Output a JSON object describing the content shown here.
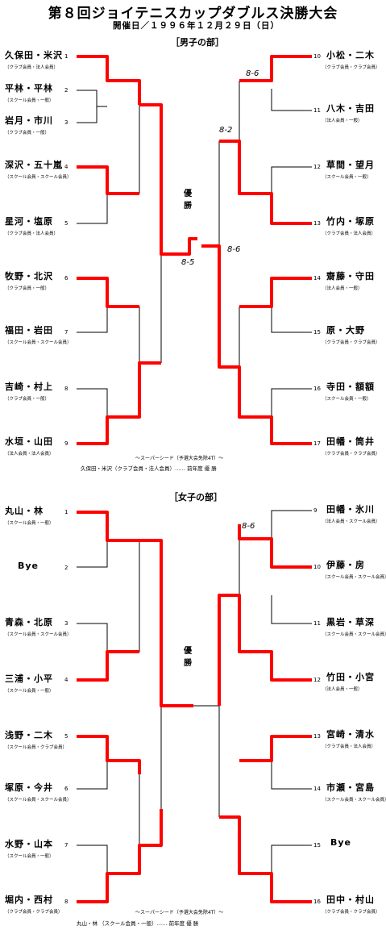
{
  "header": {
    "title": "第８回ジョイテニスカップダブルス決勝大会",
    "date": "開催日／１９９６年１２月２９日（日）"
  },
  "men": {
    "section": "［男子の部］",
    "final_label": "優勝",
    "left": [
      {
        "num": "1",
        "name": "久保田・米沢",
        "club": "（クラブ会員・法人会員）"
      },
      {
        "num": "2",
        "name": "平林・平林",
        "club": "（スクール会員・一般）"
      },
      {
        "num": "3",
        "name": "岩月・市川",
        "club": "（クラブ会員・一般）"
      },
      {
        "num": "4",
        "name": "深沢・五十嵐",
        "club": "（スクール会員・スクール会員）"
      },
      {
        "num": "5",
        "name": "星河・塩原",
        "club": "（クラブ会員・法人会員）"
      },
      {
        "num": "6",
        "name": "牧野・北沢",
        "club": "（クラブ会員・一般）"
      },
      {
        "num": "7",
        "name": "福田・岩田",
        "club": "（スクール会員・スクール会員）"
      },
      {
        "num": "8",
        "name": "吉崎・村上",
        "club": "（クラブ会員・一般）"
      },
      {
        "num": "9",
        "name": "水垣・山田",
        "club": "（法人会員・法人会員）"
      }
    ],
    "right": [
      {
        "num": "10",
        "name": "小松・二木",
        "club": "（クラブ会員・クラブ会員）"
      },
      {
        "num": "11",
        "name": "八木・吉田",
        "club": "（法人会員・一般）"
      },
      {
        "num": "12",
        "name": "草間・望月",
        "club": "（スクール会員・一般）"
      },
      {
        "num": "13",
        "name": "竹内・塚原",
        "club": "（クラブ会員・法人会員）"
      },
      {
        "num": "14",
        "name": "齋藤・守田",
        "club": "（法人会員・一般）"
      },
      {
        "num": "15",
        "name": "原・大野",
        "club": "（クラブ会員・クラブ会員）"
      },
      {
        "num": "16",
        "name": "寺田・額額",
        "club": "（スクール会員・一般）"
      },
      {
        "num": "17",
        "name": "田幡・筒井",
        "club": "（クラブ会員・クラブ会員）"
      }
    ],
    "scores": [
      "8-6",
      "8-2",
      "8-5",
      "8-6"
    ],
    "superseed_title": "〜スーパーシード（予選大会免除4T）〜",
    "superseed_text": "久保田・米沢（クラブ会員・法人会員）…… 前年度 優 勝"
  },
  "women": {
    "section": "［女子の部］",
    "final_label": "優勝",
    "left": [
      {
        "num": "1",
        "name": "丸山・林",
        "club": "（スクール会員・一般）"
      },
      {
        "num": "2",
        "name": "Bye",
        "club": ""
      },
      {
        "num": "3",
        "name": "青森・北原",
        "club": "（スクール会員・スクール会員）"
      },
      {
        "num": "4",
        "name": "三浦・小平",
        "club": "（スクール会員・一般）"
      },
      {
        "num": "5",
        "name": "浅野・二木",
        "club": "（スクール会員・クラブ会員）"
      },
      {
        "num": "6",
        "name": "塚原・今井",
        "club": "（スクール会員・スクール会員）"
      },
      {
        "num": "7",
        "name": "水野・山本",
        "club": "（スクール会員・一般）"
      },
      {
        "num": "8",
        "name": "堀内・西村",
        "club": "（クラブ会員・クラブ会員）"
      }
    ],
    "right": [
      {
        "num": "9",
        "name": "田幡・氷川",
        "club": "（法人会員・スクール会員）"
      },
      {
        "num": "10",
        "name": "伊藤・房",
        "club": "（スクール会員・スクール会員）"
      },
      {
        "num": "11",
        "name": "黒岩・草深",
        "club": "（スクール会員・スクール会員）"
      },
      {
        "num": "12",
        "name": "竹田・小宮",
        "club": "（法人会員・一般）"
      },
      {
        "num": "13",
        "name": "宮崎・清水",
        "club": "（クラブ会員・法人会員）"
      },
      {
        "num": "14",
        "name": "市瀬・宮島",
        "club": "（スクール会員・スクール会員）"
      },
      {
        "num": "15",
        "name": "Bye",
        "club": ""
      },
      {
        "num": "16",
        "name": "田中・村山",
        "club": "（クラブ会員・クラブ会員）"
      }
    ],
    "scores": [
      "8-6"
    ],
    "superseed_title": "〜スーパーシード（予選大会免除4T）〜",
    "superseed_text": "丸山・林 （スクール会員・一般）…… 前年度 優 勝"
  },
  "colors": {
    "winner_line": "#ff0000",
    "bracket_line": "#000000"
  }
}
